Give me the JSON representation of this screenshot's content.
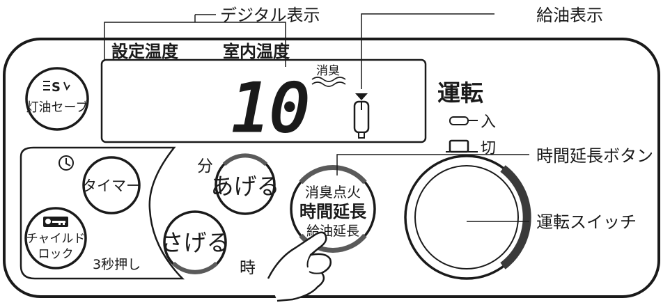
{
  "callouts": {
    "digital_display": "デジタル表示",
    "refuel_display": "給油表示",
    "time_extend_button": "時間延長ボタン",
    "run_switch": "運転スイッチ"
  },
  "display": {
    "set_temp_label": "設定温度",
    "room_temp_label": "室内温度",
    "digits": "10",
    "deodorize_label": "消臭"
  },
  "buttons": {
    "kerosene_save": "灯油セーブ",
    "kerosene_save_icon_text": "S",
    "timer": "タイマー",
    "raise": "あげる",
    "lower": "さげる",
    "child_lock_line1": "チャイルド",
    "child_lock_line2": "ロック",
    "time_extend_line1": "消臭点火",
    "time_extend_line2": "時間延長",
    "time_extend_line3": "給油延長"
  },
  "labels": {
    "minute": "分",
    "hour": "時",
    "hold_3s": "3秒押し",
    "run_title": "運転",
    "run_on": "入",
    "run_off": "切"
  }
}
